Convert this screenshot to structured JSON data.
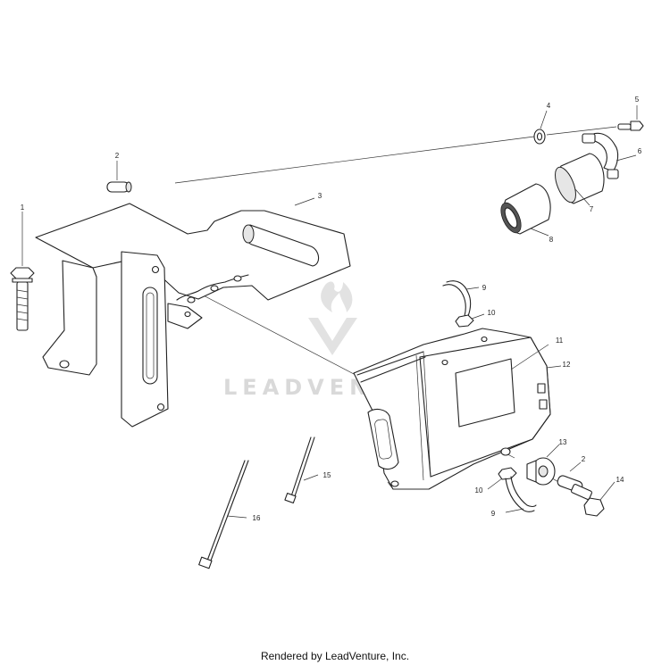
{
  "watermark": {
    "text": "LEADVENTURE"
  },
  "footer": {
    "text": "Rendered by LeadVenture, Inc."
  },
  "callouts": {
    "c1": "1",
    "c2a": "2",
    "c2b": "2",
    "c3": "3",
    "c4": "4",
    "c5": "5",
    "c6": "6",
    "c7": "7",
    "c8": "8",
    "c9a": "9",
    "c9b": "9",
    "c10a": "10",
    "c10b": "10",
    "c11": "11",
    "c12": "12",
    "c13": "13",
    "c14": "14",
    "c15": "15",
    "c16": "16"
  }
}
